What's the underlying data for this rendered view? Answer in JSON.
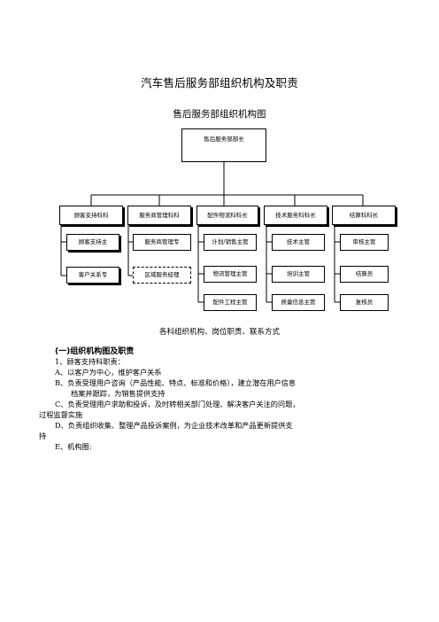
{
  "document": {
    "title": "汽车售后服务部组织机构及职责",
    "chart_title": "售后服务部组织机构图",
    "caption": "各科组织机构、岗位职责、联系方式",
    "section_heading": "(一)组织机构图及职责",
    "paragraphs": [
      "1、顾客支持科职责：",
      "A、以客户为中心，维护客户关系",
      "B、负责受理用户咨询（产品性能、特点、标准和价格），建立潜在用户信息",
      "档案并跟踪，为销售提供支持",
      "C、负责受理用户求助和投诉，及时转相关部门处理、解决客户关注的问题，",
      "过程监督实施",
      "D、负责组织收集、整理产品投诉案例，为企业技术改革和产品更新提供支",
      "持",
      "E、机构图:"
    ]
  },
  "org": {
    "root": "售后服务部部长",
    "departments": [
      {
        "head": "顾客支持科科",
        "staff": [
          "顾客支持主",
          "客户关系专"
        ]
      },
      {
        "head": "服务商管理科科",
        "staff": [
          "服务商管理专",
          "区域服务经理"
        ]
      },
      {
        "head": "配件物流科科长",
        "staff": [
          "计划/销售主管",
          "物流管理主管",
          "配件工程主管"
        ]
      },
      {
        "head": "技术服务科科长",
        "staff": [
          "技术主管",
          "培训主管",
          "质量信息主管"
        ]
      },
      {
        "head": "结算科科长",
        "staff": [
          "审核主管",
          "结算员",
          "复核员"
        ]
      }
    ]
  }
}
